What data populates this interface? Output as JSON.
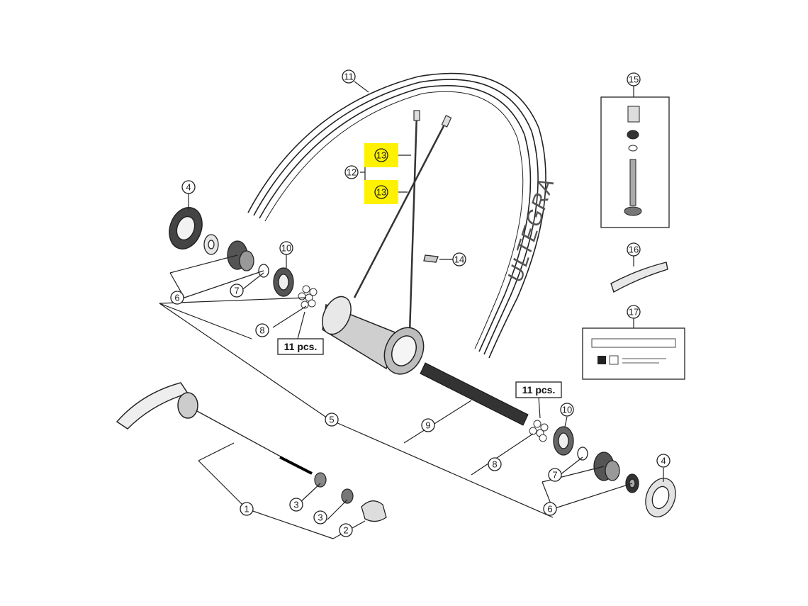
{
  "callouts": {
    "c1": "1",
    "c2": "2",
    "c3a": "3",
    "c3b": "3",
    "c4_left": "4",
    "c4_right": "4",
    "c5": "5",
    "c6_left": "6",
    "c6_right": "6",
    "c7_left": "7",
    "c7_right": "7",
    "c8_left": "8",
    "c8_right": "8",
    "c9": "9",
    "c10_left": "10",
    "c10_right": "10",
    "c11": "11",
    "c12": "12",
    "c13_upper": "13",
    "c13_lower": "13",
    "c14": "14",
    "c15": "15",
    "c16": "16",
    "c17": "17"
  },
  "qty_left": "11 pcs.",
  "qty_right": "11 pcs.",
  "highlight_color": "#fff200",
  "line_color": "#222222"
}
